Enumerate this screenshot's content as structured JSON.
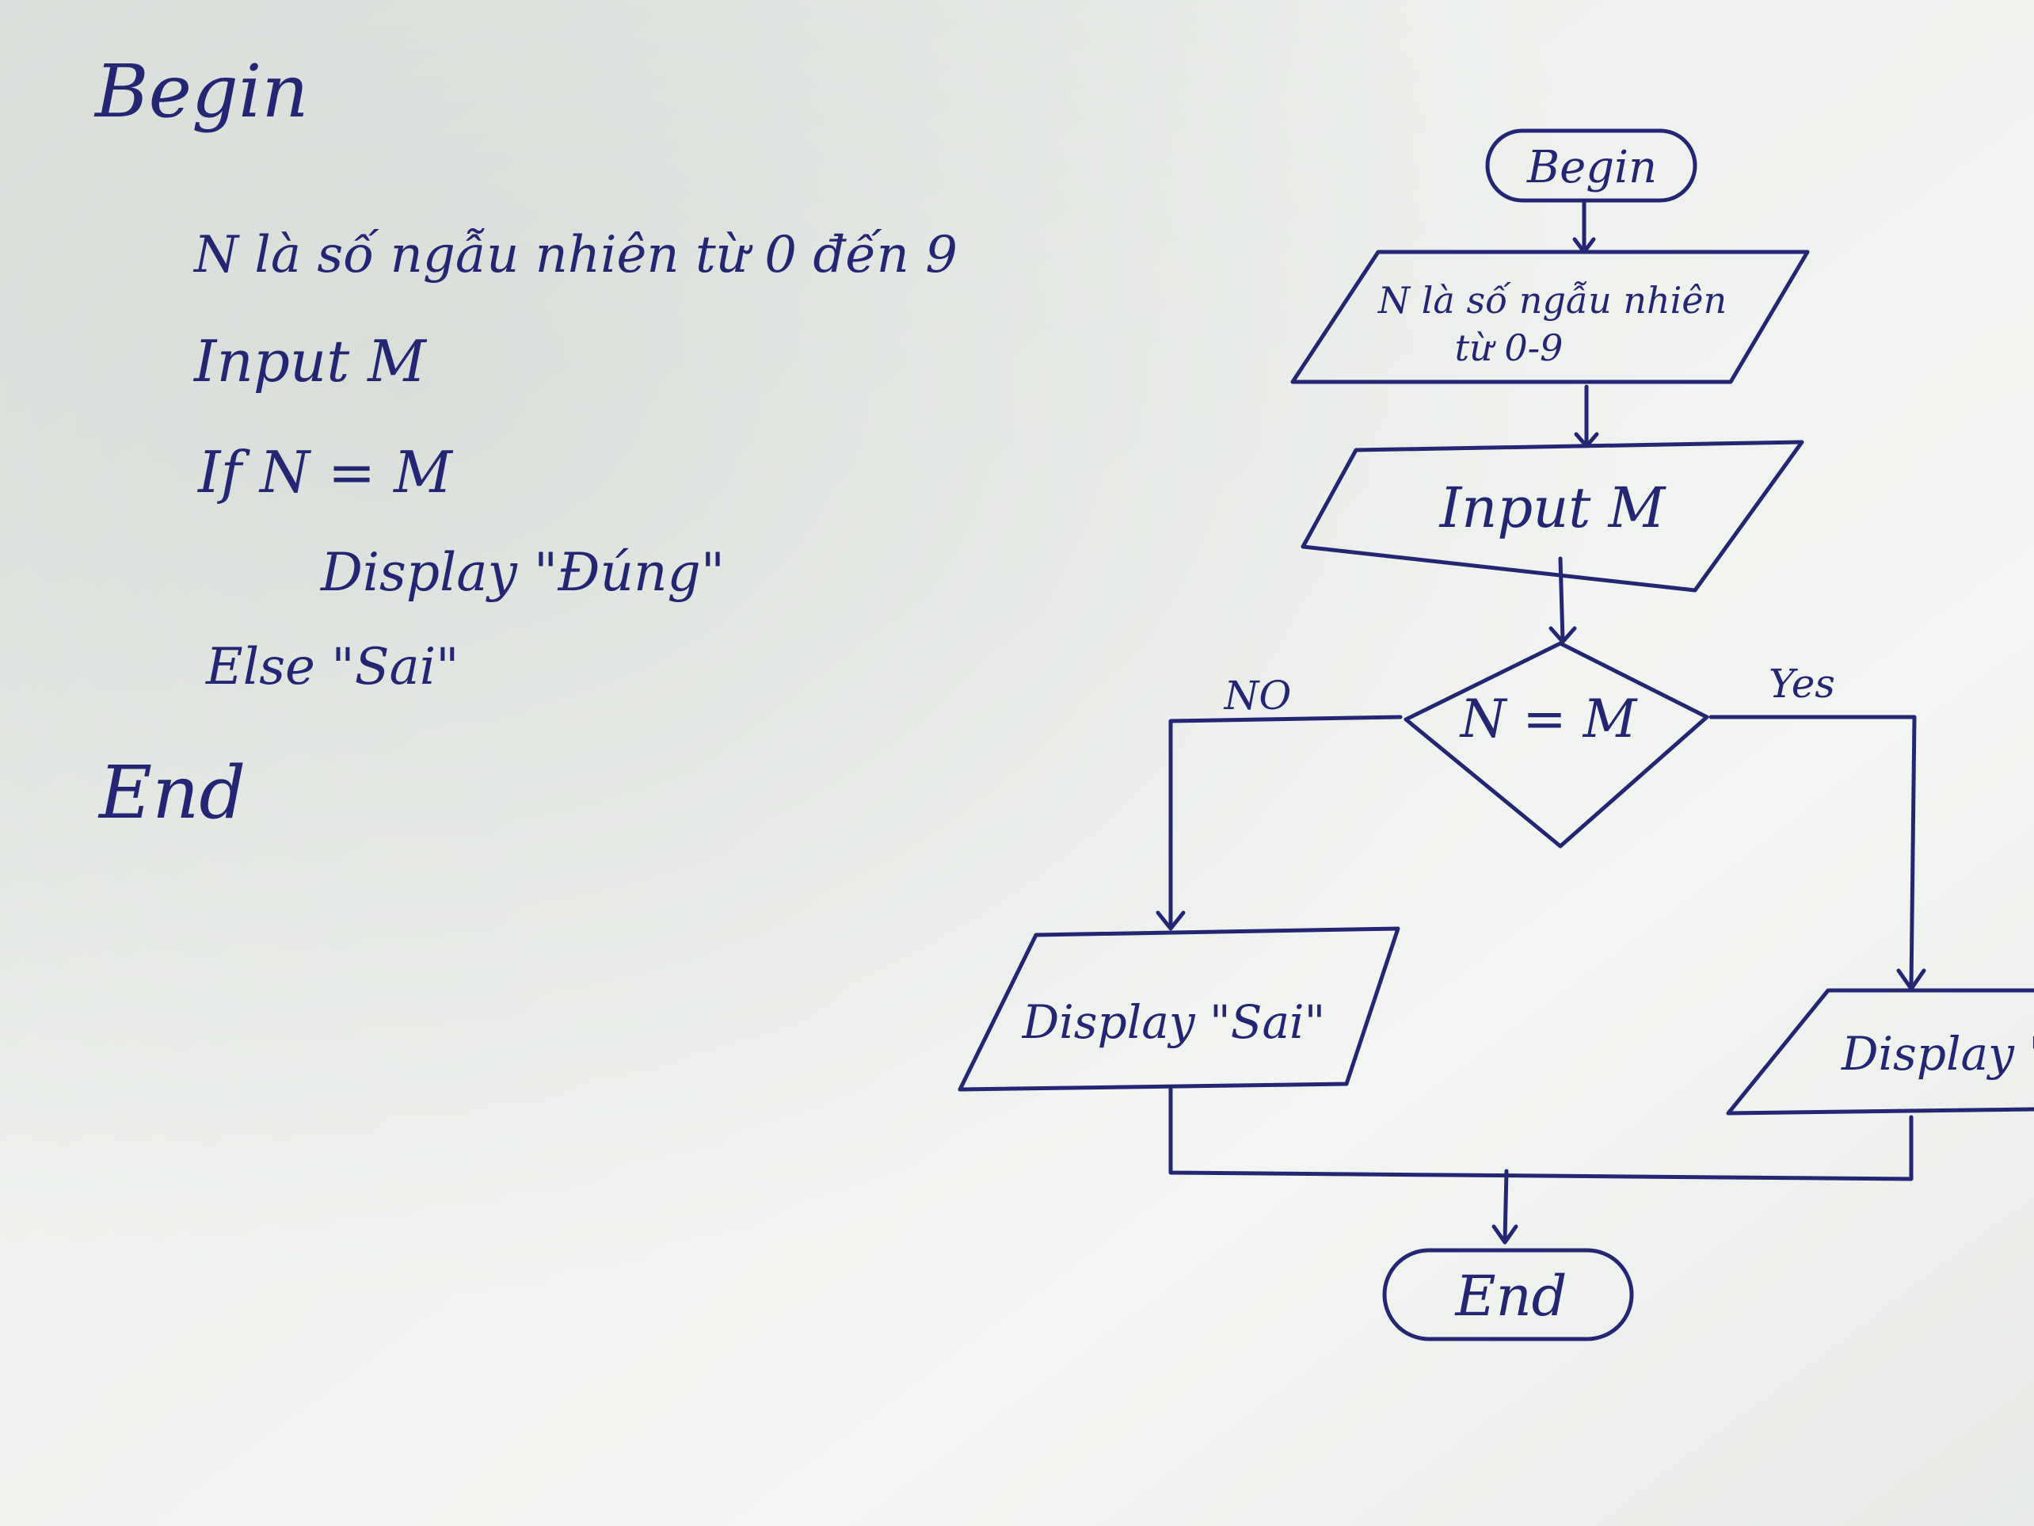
{
  "pseudocode": {
    "begin": "Begin",
    "line_random": "N là số ngẫu nhiên từ 0 đến 9",
    "line_input": "Input M",
    "line_if": "If N = M",
    "line_display": "Display \"Đúng\"",
    "line_else": "Else \"Sai\"",
    "end": "End"
  },
  "flowchart": {
    "start": "Begin",
    "process_line1": "N là số ngẫu nhiên",
    "process_line2": "từ 0-9",
    "input": "Input M",
    "decision": "N = M",
    "no_label": "NO",
    "yes_label": "Yes",
    "output_no": "Display \"Sai\"",
    "output_yes": "Display \"Đ",
    "end": "End"
  },
  "colors": {
    "ink": "#232773",
    "paper_light": "#f4f6f2",
    "paper_shadow": "#d9dcd8"
  }
}
